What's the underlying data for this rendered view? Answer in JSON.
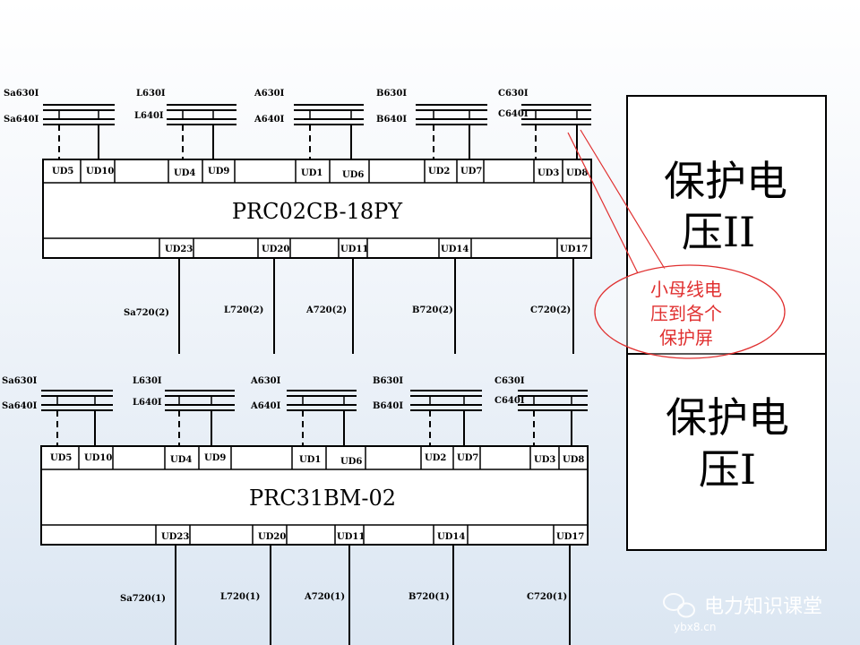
{
  "colors": {
    "callout": "#e03030",
    "line": "#000000"
  },
  "upper": {
    "title": "PRC02CB-18PY",
    "groups": [
      {
        "top": "Sa630I",
        "bottom": "Sa640I"
      },
      {
        "top": "L630I",
        "bottom": "L640I"
      },
      {
        "top": "A630I",
        "bottom": "A640I"
      },
      {
        "top": "B630I",
        "bottom": "B640I"
      },
      {
        "top": "C630I",
        "bottom": "C640I"
      }
    ],
    "top_terminals": [
      "UD5",
      "UD10",
      "UD4",
      "UD9",
      "UD1",
      "UD6",
      "UD2",
      "UD7",
      "UD3",
      "UD8"
    ],
    "bottom_terminals": [
      "UD23",
      "UD20",
      "UD11",
      "UD14",
      "UD17"
    ],
    "outputs": [
      "Sa720(2)",
      "L720(2)",
      "A720(2)",
      "B720(2)",
      "C720(2)"
    ]
  },
  "lower": {
    "title": "PRC31BM-02",
    "groups": [
      {
        "top": "Sa630I",
        "bottom": "Sa640I"
      },
      {
        "top": "L630I",
        "bottom": "L640I"
      },
      {
        "top": "A630I",
        "bottom": "A640I"
      },
      {
        "top": "B630I",
        "bottom": "B640I"
      },
      {
        "top": "C630I",
        "bottom": "C640I"
      }
    ],
    "top_terminals": [
      "UD5",
      "UD10",
      "UD4",
      "UD9",
      "UD1",
      "UD6",
      "UD2",
      "UD7",
      "UD3",
      "UD8"
    ],
    "bottom_terminals": [
      "UD23",
      "UD20",
      "UD11",
      "UD14",
      "UD17"
    ],
    "outputs": [
      "Sa720(1)",
      "L720(1)",
      "A720(1)",
      "B720(1)",
      "C720(1)"
    ]
  },
  "panel": {
    "upper_line1": "保护电",
    "upper_line2": "压II",
    "lower_line1": "保护电",
    "lower_line2": "压I"
  },
  "callout": {
    "line1": "小母线电",
    "line2": "压到各个",
    "line3": "保护屏"
  },
  "watermark": {
    "text": "电力知识课堂",
    "sub": "ybx8.cn"
  }
}
